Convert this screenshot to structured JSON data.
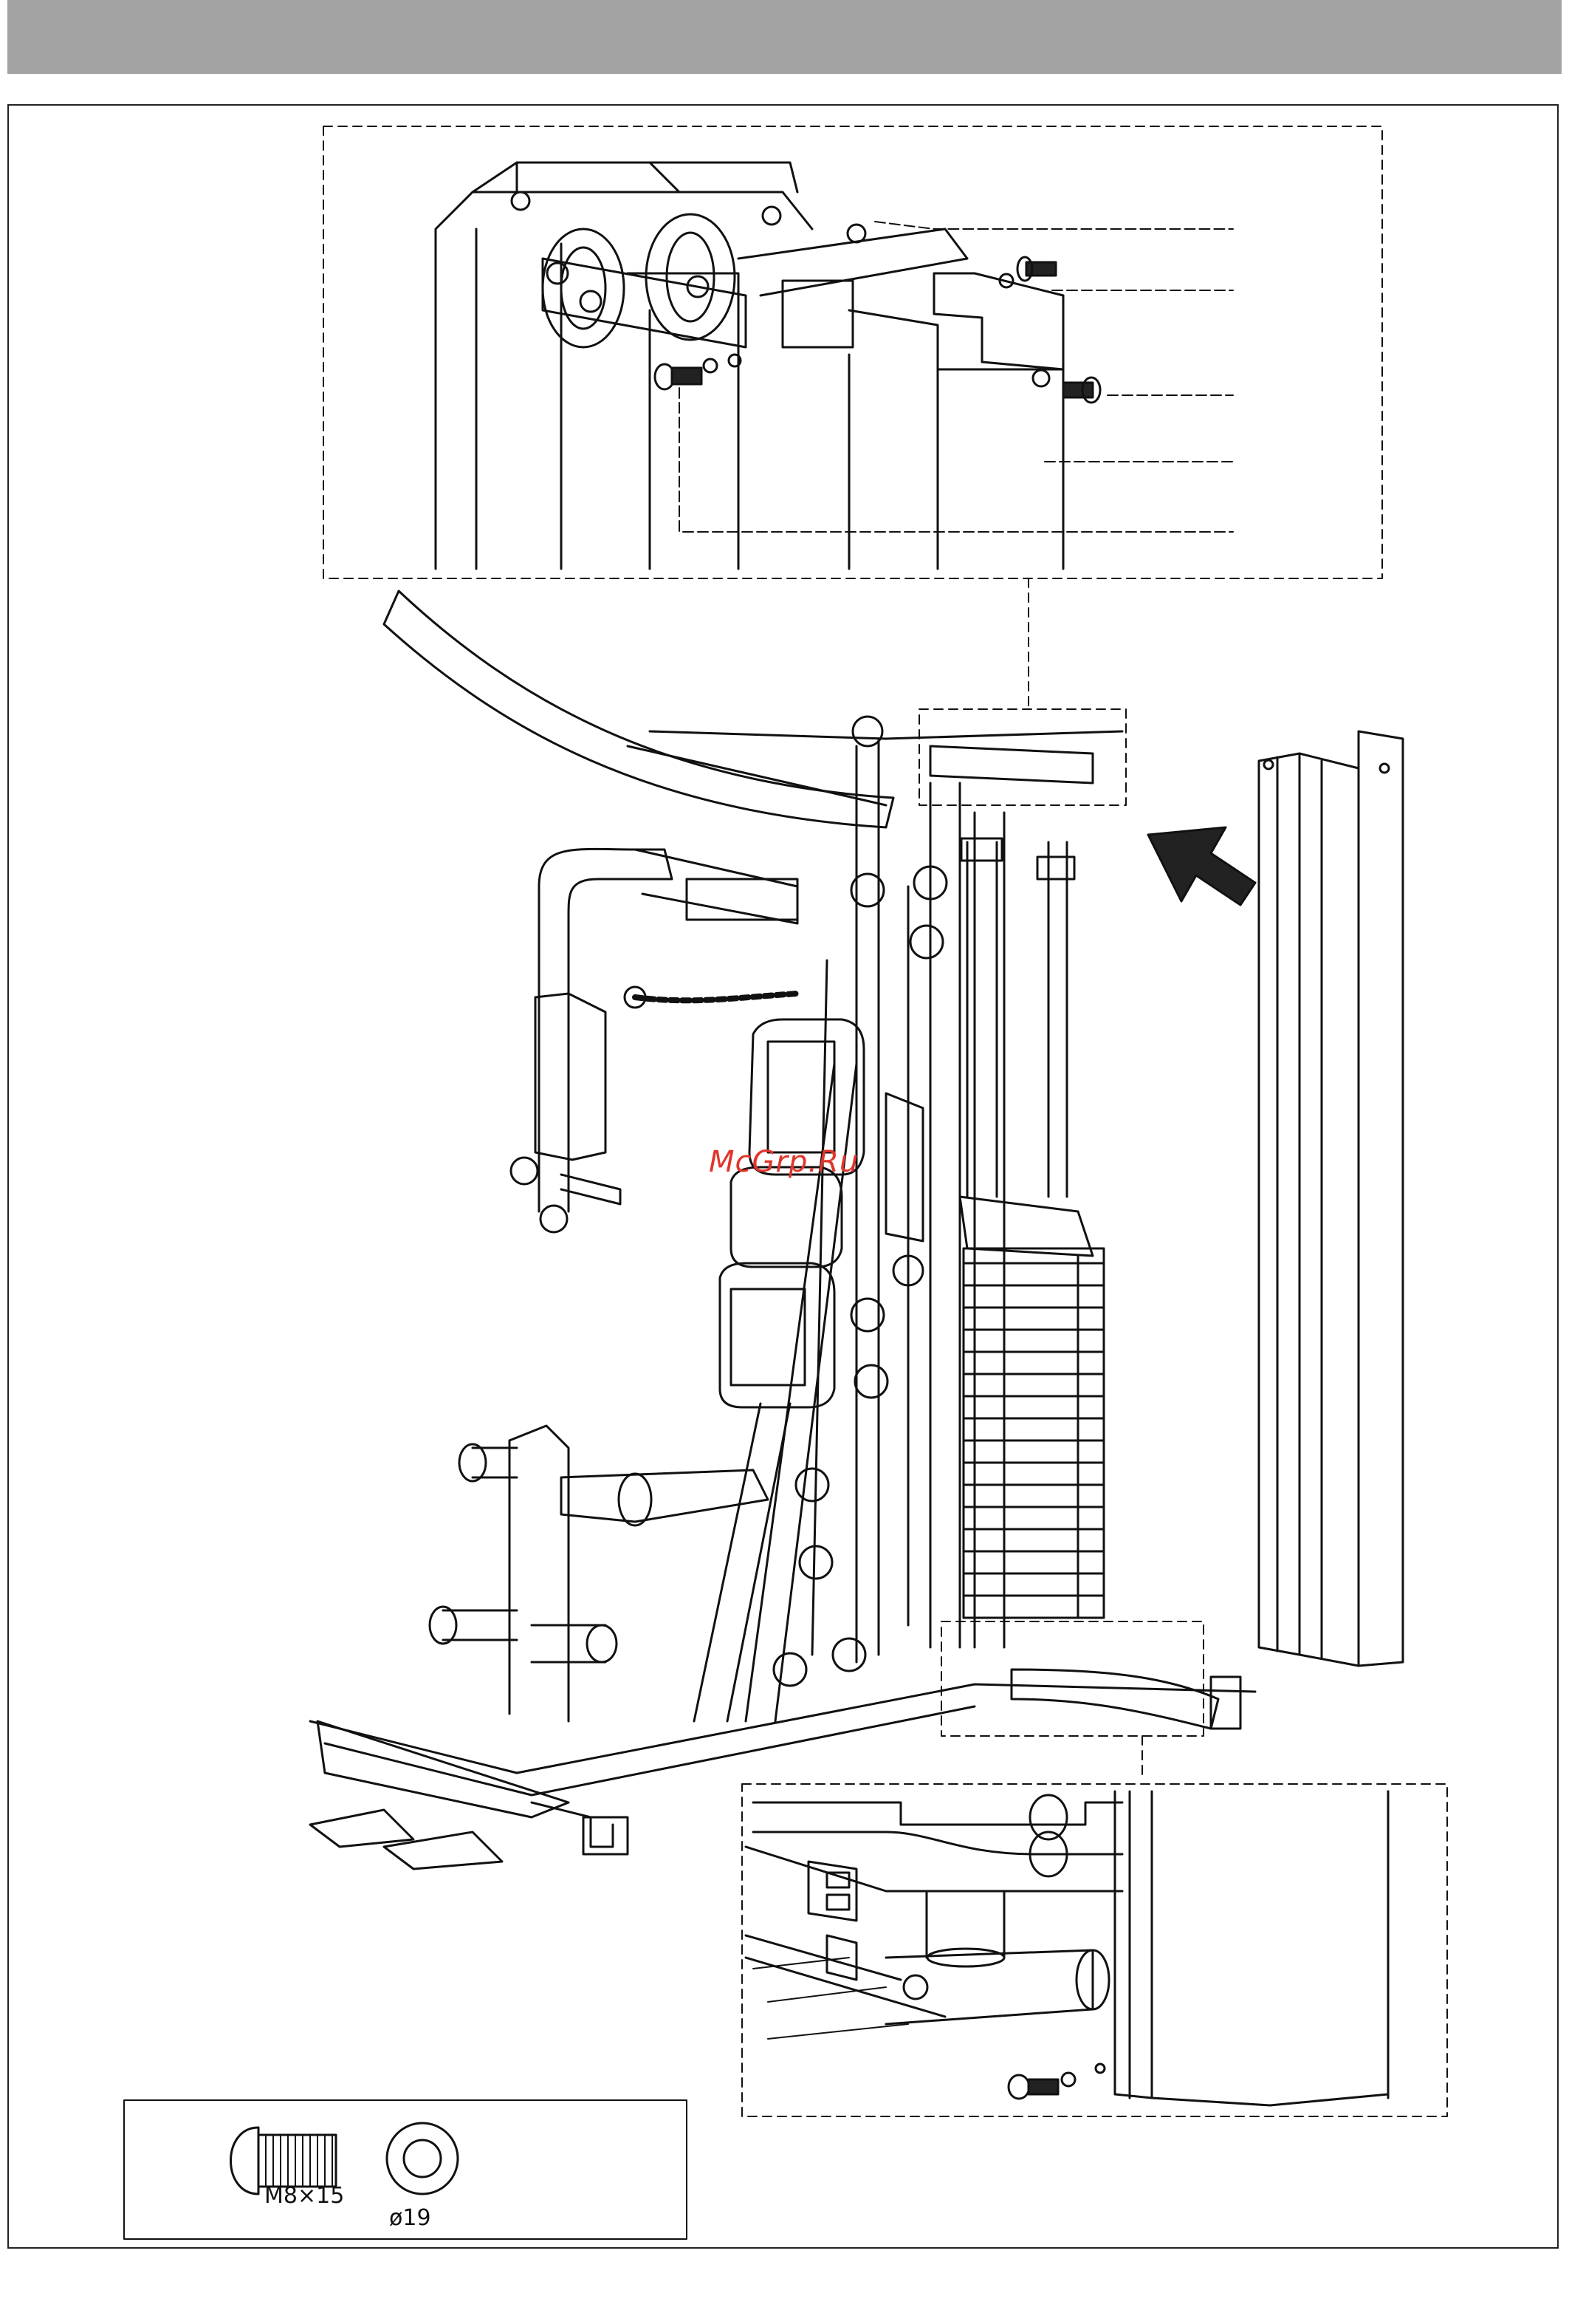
{
  "watermark": {
    "text": "McGrp.Ru",
    "color": "#e0352b"
  },
  "hardware_box": {
    "bolt_label": "M8×15",
    "washer_label": "ø19"
  },
  "colors": {
    "header_bar": "#a3a3a3",
    "line": "#111111"
  }
}
